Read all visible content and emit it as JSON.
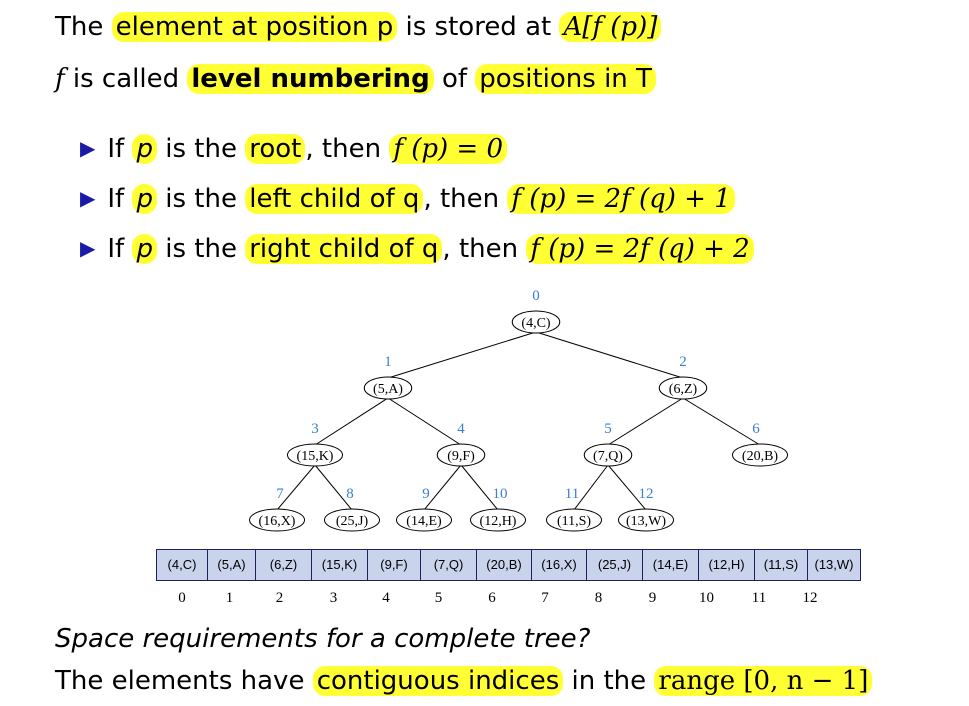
{
  "header": {
    "line1": {
      "pre": "The ",
      "hl1": "element at position p",
      "mid": " is stored at ",
      "hl2": "A[f (p)]"
    },
    "line2": {
      "f": "f",
      "pre": " is called ",
      "hl1": "level numbering",
      "mid": " of ",
      "hl2": "positions in T"
    }
  },
  "bullets": [
    {
      "pre": "If ",
      "p": "p",
      "mid": " is the ",
      "hl": "root",
      "post": ", then ",
      "formula": "f (p) = 0"
    },
    {
      "pre": "If ",
      "p": "p",
      "mid": " is the ",
      "hl": "left child of q",
      "post": ", then ",
      "formula": "f (p) = 2f (q) + 1"
    },
    {
      "pre": "If ",
      "p": "p",
      "mid": " is the ",
      "hl": "right child of q",
      "post": ", then ",
      "formula": "f (p) = 2f (q) + 2"
    }
  ],
  "tree": {
    "nodes": [
      {
        "index": "0",
        "label": "(4,C)"
      },
      {
        "index": "1",
        "label": "(5,A)"
      },
      {
        "index": "2",
        "label": "(6,Z)"
      },
      {
        "index": "3",
        "label": "(15,K)"
      },
      {
        "index": "4",
        "label": "(9,F)"
      },
      {
        "index": "5",
        "label": "(7,Q)"
      },
      {
        "index": "6",
        "label": "(20,B)"
      },
      {
        "index": "7",
        "label": "(16,X)"
      },
      {
        "index": "8",
        "label": "(25,J)"
      },
      {
        "index": "9",
        "label": "(14,E)"
      },
      {
        "index": "10",
        "label": "(12,H)"
      },
      {
        "index": "11",
        "label": "(11,S)"
      },
      {
        "index": "12",
        "label": "(13,W)"
      }
    ]
  },
  "array": {
    "cells": [
      "(4,C)",
      "(5,A)",
      "(6,Z)",
      "(15,K)",
      "(9,F)",
      "(7,Q)",
      "(20,B)",
      "(16,X)",
      "(25,J)",
      "(14,E)",
      "(12,H)",
      "(11,S)",
      "(13,W)"
    ],
    "indices": [
      "0",
      "1",
      "2",
      "3",
      "4",
      "5",
      "6",
      "7",
      "8",
      "9",
      "10",
      "11",
      "12"
    ]
  },
  "footer": {
    "question": "Space requirements for a complete tree?",
    "line": {
      "pre": "The elements have ",
      "hl1": "contiguous indices",
      "mid": " in the ",
      "hl2": "range [0, n − 1]"
    }
  },
  "colors": {
    "highlight": "#ffff33",
    "index": "#3a7fd0",
    "cell": "#c9d3ec",
    "bullet": "#1a1aa6"
  }
}
